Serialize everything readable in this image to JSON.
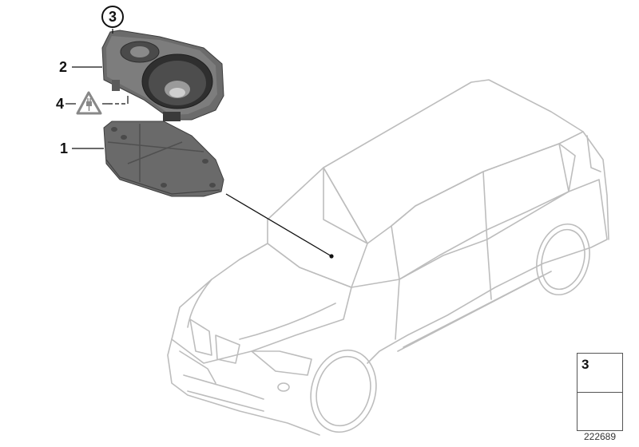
{
  "diagram": {
    "type": "parts-exploded-view",
    "subject": "speaker assembly on vehicle",
    "callouts": [
      {
        "id": "1",
        "label": "1",
        "part": "speaker-mount-bracket"
      },
      {
        "id": "2",
        "label": "2",
        "part": "speaker-with-housing"
      },
      {
        "id": "3",
        "label": "3",
        "part": "screw",
        "circled": true
      },
      {
        "id": "4",
        "label": "4",
        "part": "electrical-connector",
        "symbol": "warning-triangle-plug"
      }
    ],
    "legend": {
      "item_number": "3",
      "item_part": "screw",
      "arrow_icon": "installation-location-arrow"
    },
    "diagram_id": "222689",
    "colors": {
      "outline": "#b8b8b8",
      "part_dark": "#5a5a5a",
      "part_mid": "#7a7a7a",
      "leader": "#111111"
    }
  }
}
